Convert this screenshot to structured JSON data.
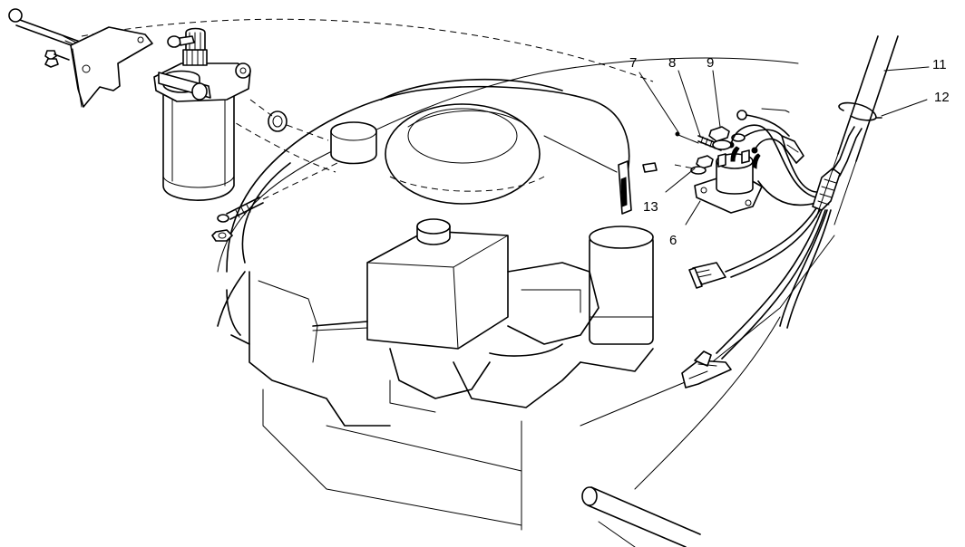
{
  "callouts": {
    "c6": "6",
    "c7": "7",
    "c8": "8",
    "c9": "9",
    "c11": "11",
    "c12": "12",
    "c13": "13"
  }
}
